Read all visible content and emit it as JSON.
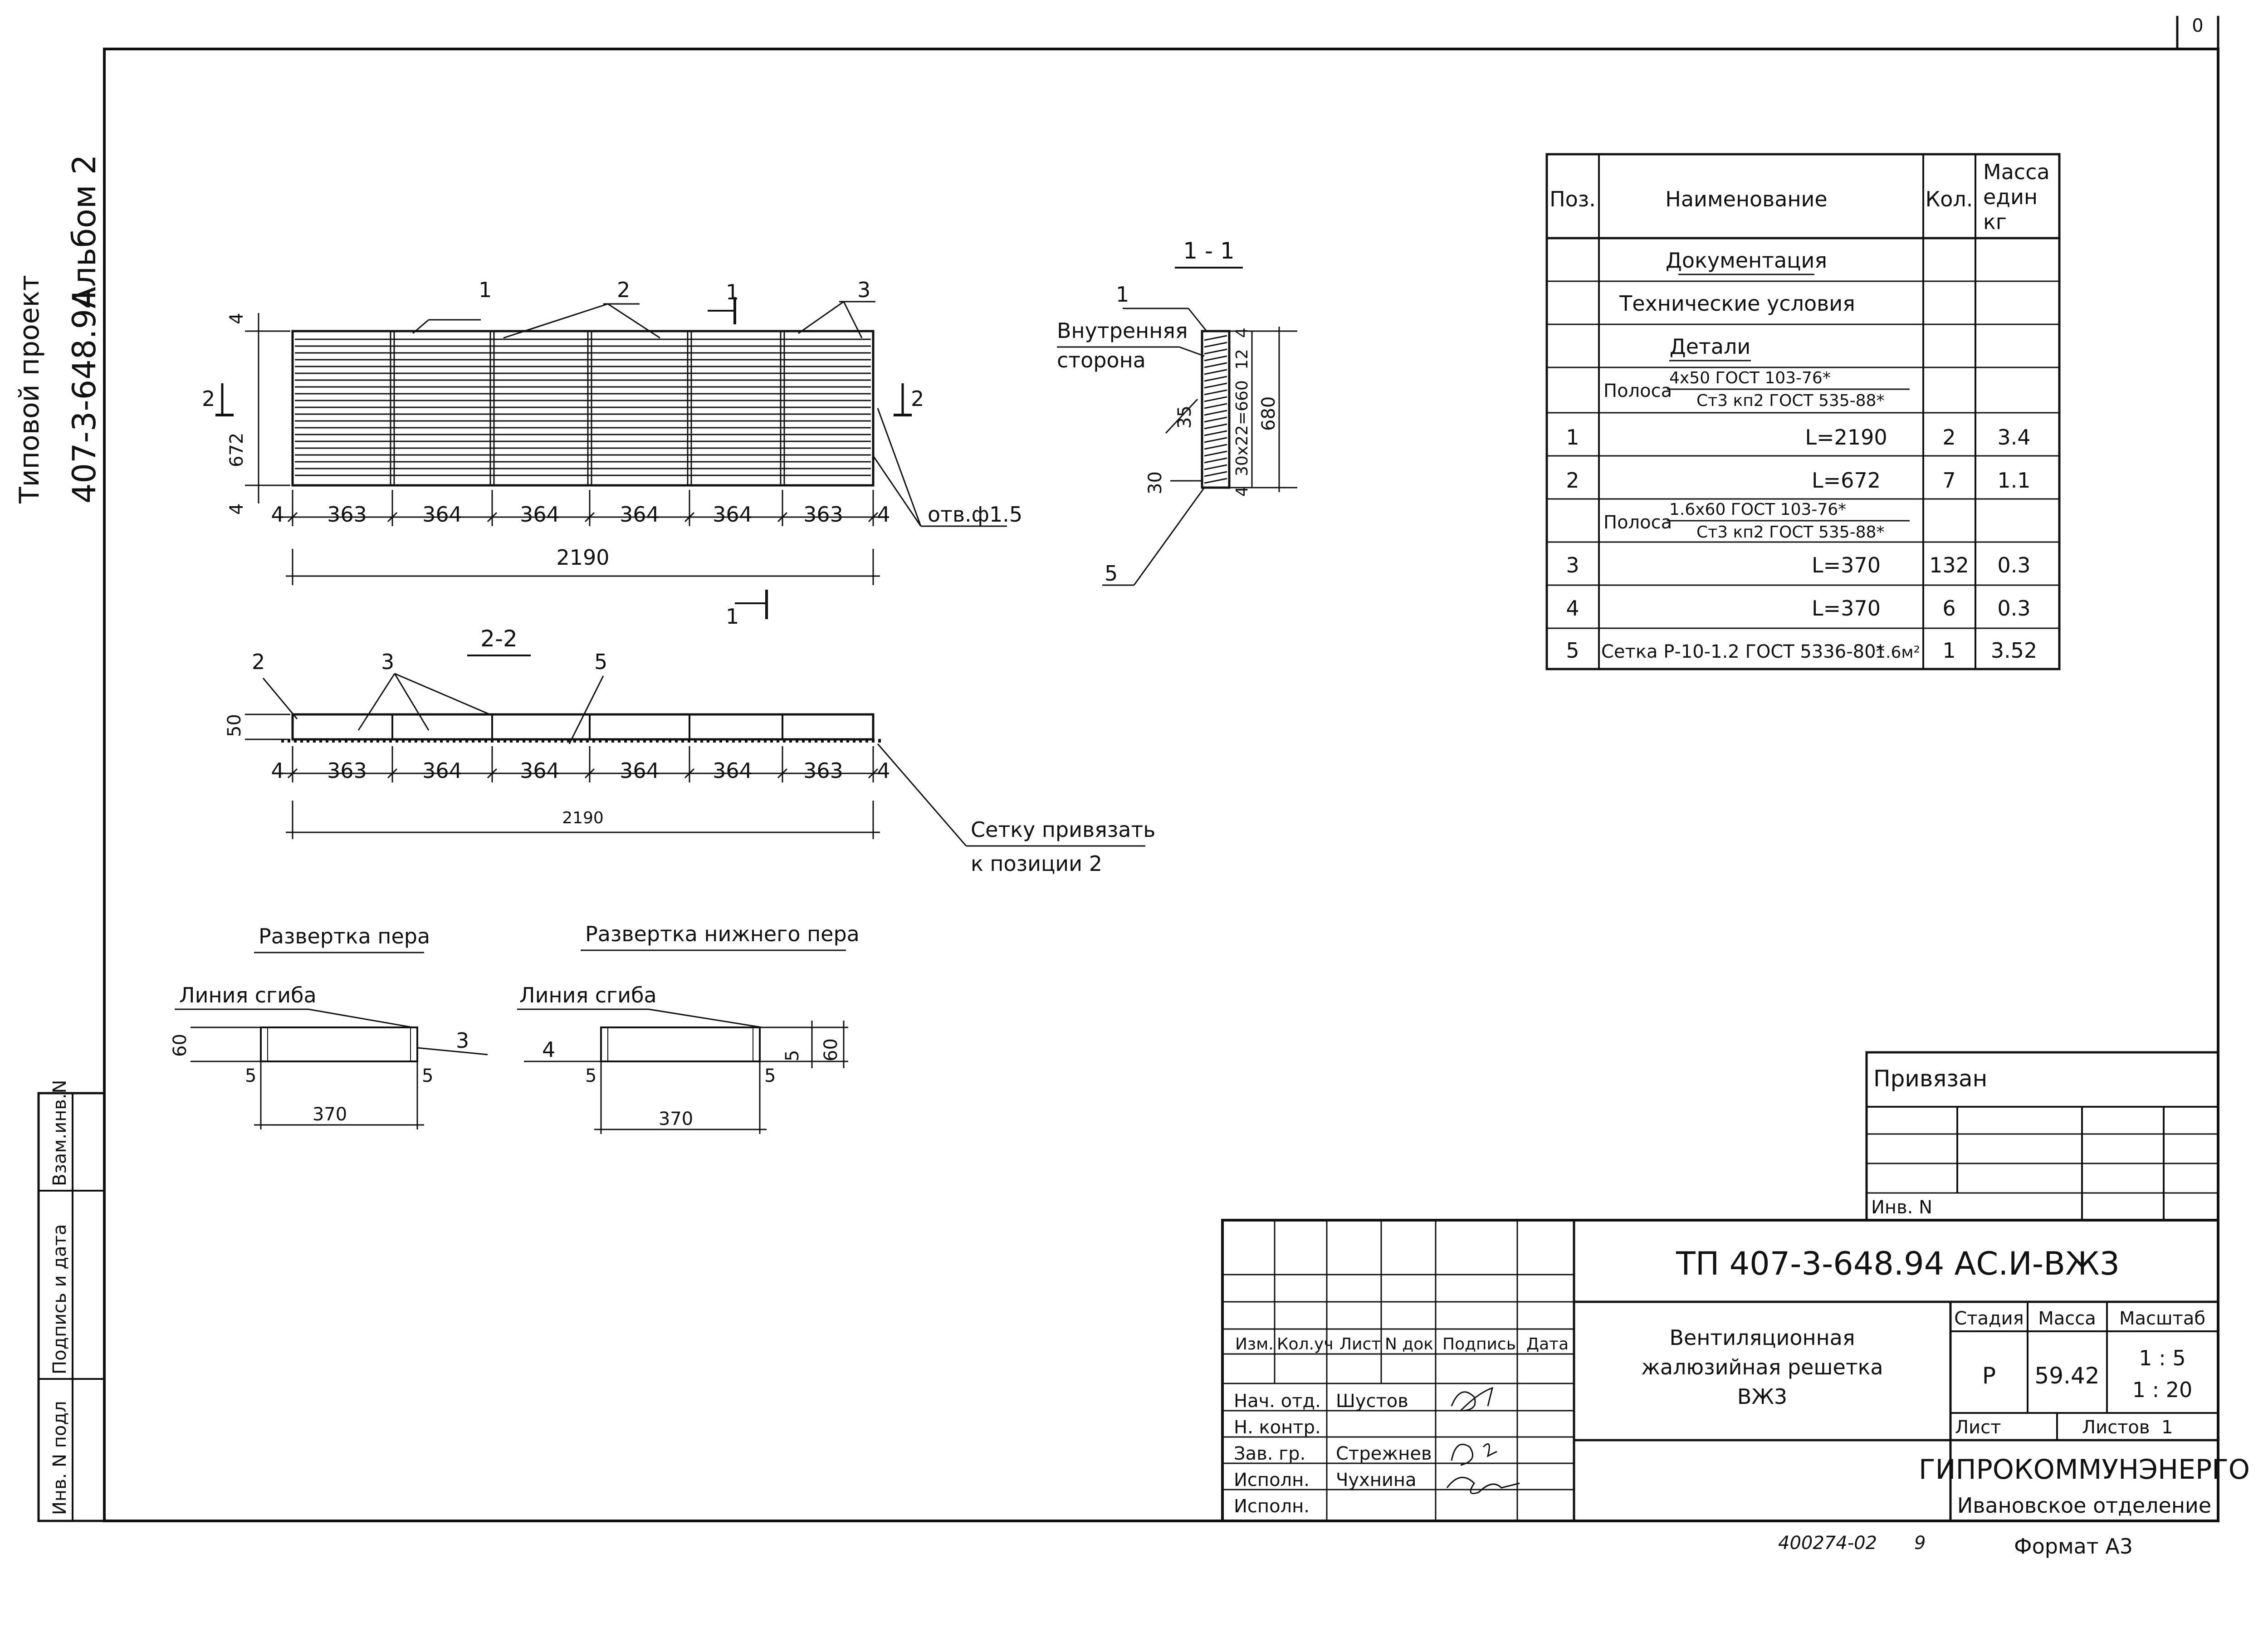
{
  "top_corner": "0",
  "margin": {
    "project_label": "Типовой проект",
    "project_code": "407-3-648.94",
    "album": "Альбом 2",
    "stamp_labels": [
      "Взам.инв.N",
      "Подпись и дата",
      "Инв. N подл"
    ]
  },
  "plan_view": {
    "labels": {
      "callout_1": "1",
      "callout_2": "2",
      "callout_3": "3",
      "section_1": "1",
      "section_2": "2",
      "holes": "отв.ф1.5"
    },
    "dims": {
      "height": "672",
      "edge": "4",
      "bays": [
        "363",
        "364",
        "364",
        "364",
        "364",
        "363"
      ],
      "total": "2190"
    }
  },
  "section_1_1": {
    "title": "1 - 1",
    "inner_side": [
      "Внутренняя",
      "сторона"
    ],
    "callout_1": "1",
    "callout_5": "5",
    "dims": {
      "d35": "35",
      "d30": "30",
      "d4": "4",
      "d12": "12",
      "spacing": "30x22=660",
      "total": "680"
    }
  },
  "section_2_2": {
    "title": "2-2",
    "callout_2": "2",
    "callout_3": "3",
    "callout_5": "5",
    "depth": "50",
    "edge": "4",
    "bays": [
      "363",
      "364",
      "364",
      "364",
      "364",
      "363"
    ],
    "total": "2190",
    "note": [
      "Сетку привязать",
      "к позиции 2"
    ]
  },
  "unfold_blade": {
    "title": "Развертка пера",
    "bend_line": "Линия сгиба",
    "height": "60",
    "side": "5",
    "length": "370",
    "callout": "3"
  },
  "unfold_lower_blade": {
    "title": "Развертка нижнего пера",
    "bend_line": "Линия сгиба",
    "height": "60",
    "side": "5",
    "length": "370",
    "callout": "4"
  },
  "spec_table": {
    "headers": {
      "pos": "Поз.",
      "name": "Наименование",
      "qty": "Кол.",
      "mass": [
        "Масса",
        "един",
        "кг"
      ]
    },
    "sections": [
      "Документация",
      "Технические условия",
      "Детали"
    ],
    "material_1": {
      "prefix": "Полоса",
      "top": "4x50 ГОСТ 103-76*",
      "bottom": "Ст3 кп2 ГОСТ 535-88*"
    },
    "material_2": {
      "prefix": "Полоса",
      "top": "1.6x60 ГОСТ 103-76*",
      "bottom": "Ст3 кп2 ГОСТ 535-88*"
    },
    "rows": [
      {
        "pos": "1",
        "name": "L=2190",
        "qty": "2",
        "mass": "3.4"
      },
      {
        "pos": "2",
        "name": "L=672",
        "qty": "7",
        "mass": "1.1"
      },
      {
        "pos": "3",
        "name": "L=370",
        "qty": "132",
        "mass": "0.3"
      },
      {
        "pos": "4",
        "name": "L=370",
        "qty": "6",
        "mass": "0.3"
      },
      {
        "pos": "5",
        "name": "Сетка Р-10-1.2 ГОСТ 5336-80*",
        "qty": "1",
        "mass": "3.52",
        "extra": "1.6м²"
      }
    ]
  },
  "binding_block": {
    "title": "Привязан",
    "inv": "Инв. N"
  },
  "title_block": {
    "code": "ТП 407-3-648.94 АС.И-ВЖ3",
    "col_headers": [
      "Изм.",
      "Кол.уч",
      "Лист",
      "N док",
      "Подпись",
      "Дата"
    ],
    "people": [
      {
        "role": "Нач. отд.",
        "name": "Шустов"
      },
      {
        "role": "Н. контр.",
        "name": ""
      },
      {
        "role": "Зав. гр.",
        "name": "Стрежнев"
      },
      {
        "role": "Исполн.",
        "name": "Чухнина"
      },
      {
        "role": "Исполн.",
        "name": ""
      }
    ],
    "title": [
      "Вентиляционная",
      "жалюзийная решетка",
      "ВЖ3"
    ],
    "stage_label": "Стадия",
    "mass_label": "Масса",
    "scale_label": "Масштаб",
    "stage": "Р",
    "mass": "59.42",
    "scale": [
      "1 : 5",
      "1 : 20"
    ],
    "sheet_label": "Лист",
    "sheets_label": "Листов",
    "sheets": "1",
    "org": "ГИПРОКОММУНЭНЕРГО",
    "dept": "Ивановское отделение"
  },
  "footer": {
    "number": "400274-02",
    "sheet": "9",
    "format": "Формат А3"
  }
}
